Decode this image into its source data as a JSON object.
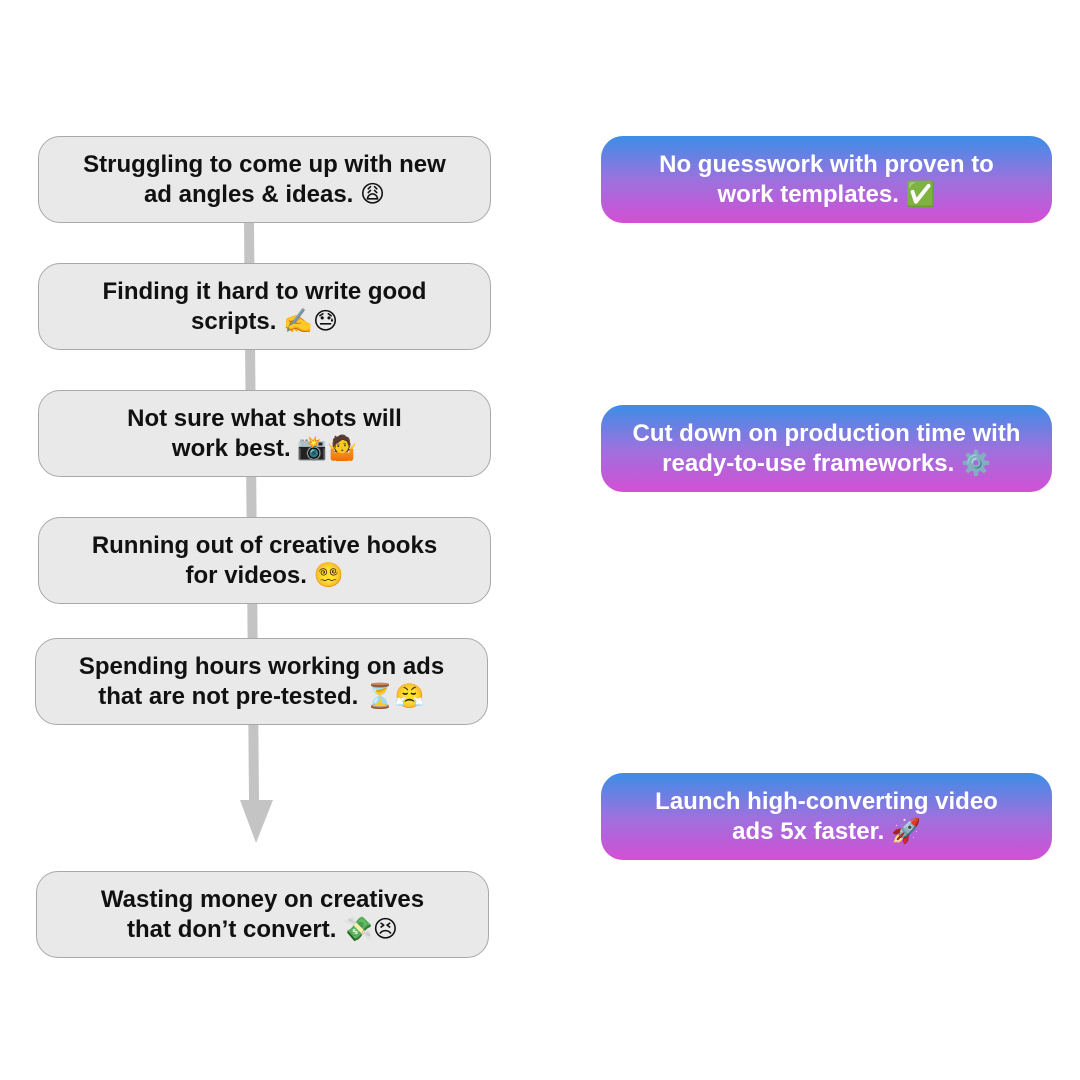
{
  "pain_points": [
    {
      "line1": "Struggling to come up with new",
      "line2": "ad angles & ideas. 😩"
    },
    {
      "line1": "Finding it hard to write good",
      "line2": "scripts. ✍️😓"
    },
    {
      "line1": "Not sure what shots will",
      "line2": "work best. 📸🤷"
    },
    {
      "line1": "Running out of creative hooks",
      "line2": "for videos. 😵‍💫"
    },
    {
      "line1": "Spending hours working on ads",
      "line2": "that are not pre-tested. ⏳😤"
    },
    {
      "line1": "Wasting money on creatives",
      "line2": "that don’t convert. 💸😣"
    }
  ],
  "solutions": [
    {
      "line1": "No guesswork with proven to",
      "line2": "work templates. ✅"
    },
    {
      "line1": "Cut down on production time with",
      "line2": "ready-to-use frameworks. ⚙️"
    },
    {
      "line1": "Launch high-converting video",
      "line2": "ads 5x faster. 🚀"
    }
  ],
  "colors": {
    "pain_box_fill": "#e9e9e9",
    "pain_box_border": "#a9a9a9",
    "connector_arrow": "#c4c4c4",
    "solution_gradient_top": "#3c8ee6",
    "solution_gradient_bottom": "#d44fd4",
    "solution_text": "#ffffff"
  }
}
